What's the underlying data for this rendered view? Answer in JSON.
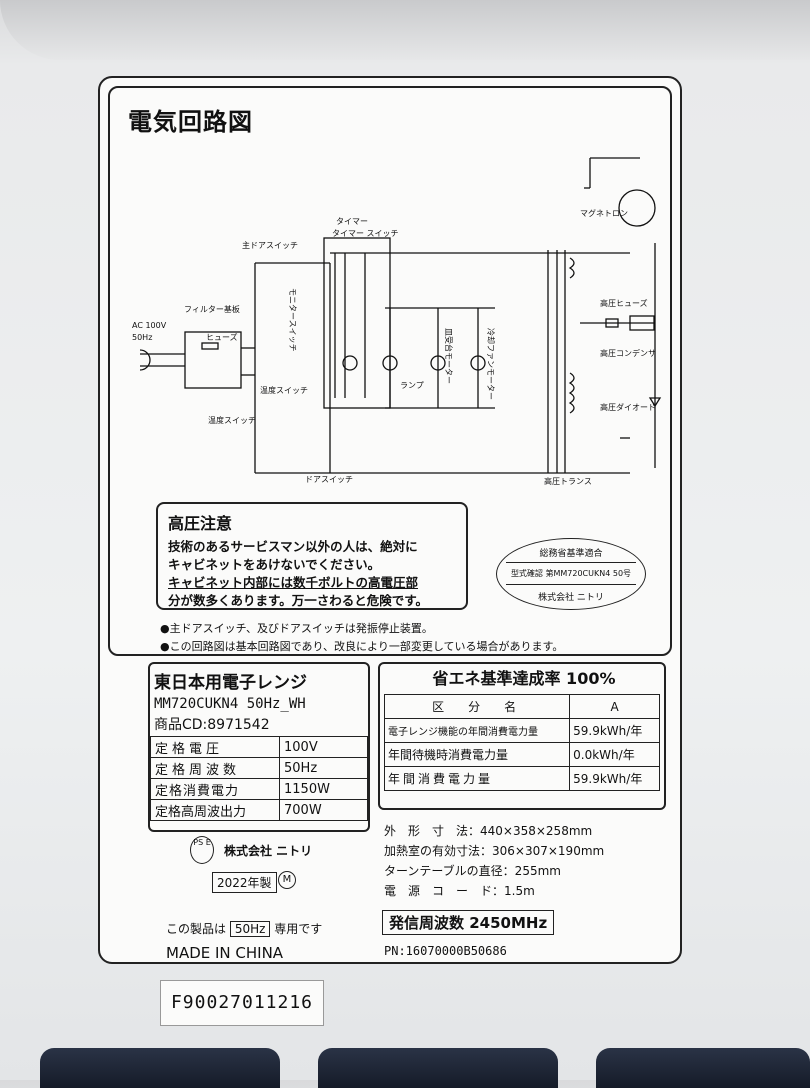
{
  "circuit": {
    "title": "電気回路図",
    "labels": {
      "main_door_switch": "主ドアスイッチ",
      "timer": "タイマー",
      "timer_switch": "タイマー スイッチ",
      "monitor_switch": "モニタースイッチ",
      "filter_board": "フィルター基板",
      "ac": "AC 100V",
      "hz": "50Hz",
      "fuse_small": "ヒューズ",
      "temp_switch1": "温度スイッチ",
      "temp_switch2": "温度スイッチ",
      "door_switch": "ドアスイッチ",
      "lamp": "ランプ",
      "turntable_motor": "皿受台モーター",
      "fan_motor": "冷却ファンモーター",
      "magnetron": "マグネトロン",
      "hv_fuse": "高圧ヒューズ",
      "hv_capacitor": "高圧コンデンサ",
      "hv_diode": "高圧ダイオード",
      "hv_transformer": "高圧トランス"
    },
    "warning": {
      "title": "高圧注意",
      "lines": [
        "技術のあるサービスマン以外の人は、絶対に",
        "キャビネットをあけないでください。",
        "キャビネット内部には数千ボルトの高電圧部",
        "分が数多くあります。万一さわると危険です。"
      ]
    },
    "certification": {
      "line1": "総務省基準適合",
      "line2": "型式確認 第MM720CUKN4 50号",
      "line3": "株式会社 ニトリ"
    },
    "notes": [
      "●主ドアスイッチ、及びドアスイッチは発振停止装置。",
      "●この回路図は基本回路図であり、改良により一部変更している場合があります。"
    ]
  },
  "product": {
    "title": "東日本用電子レンジ",
    "model": "MM720CUKN4 50Hz_WH",
    "code": "商品CD:8971542",
    "rated": [
      {
        "label": "定格電圧",
        "value": "100V"
      },
      {
        "label": "定格周波数",
        "value": "50Hz"
      },
      {
        "label": "定格消費電力",
        "value": "1150W"
      },
      {
        "label": "定格高周波出力",
        "value": "700W"
      }
    ],
    "pse": "PS E",
    "maker": "株式会社 ニトリ",
    "year": "2022年製",
    "m_mark": "M",
    "hz_prefix": "この製品は",
    "hz_value": "50Hz",
    "hz_suffix": "専用です",
    "made_in": "MADE IN CHINA"
  },
  "energy": {
    "title": "省エネ基準達成率 100%",
    "header": {
      "label": "区　分　名",
      "value": "A"
    },
    "rows": [
      {
        "label": "電子レンジ機能の年間消費電力量",
        "value": "59.9kWh/年"
      },
      {
        "label": "年間待機時消費電力量",
        "value": "0.0kWh/年"
      },
      {
        "label": "年間消費電力量",
        "value": "59.9kWh/年"
      }
    ],
    "dims": [
      "外　形　寸　法：440×358×258mm",
      "加熱室の有効寸法：306×307×190mm",
      "ターンテーブルの直径：255mm",
      "電　源　コ　ー　ド：1.5m"
    ],
    "freq": "発信周波数 2450MHz",
    "pn": "PN:16070000B50686"
  },
  "serial": "F90027011216"
}
